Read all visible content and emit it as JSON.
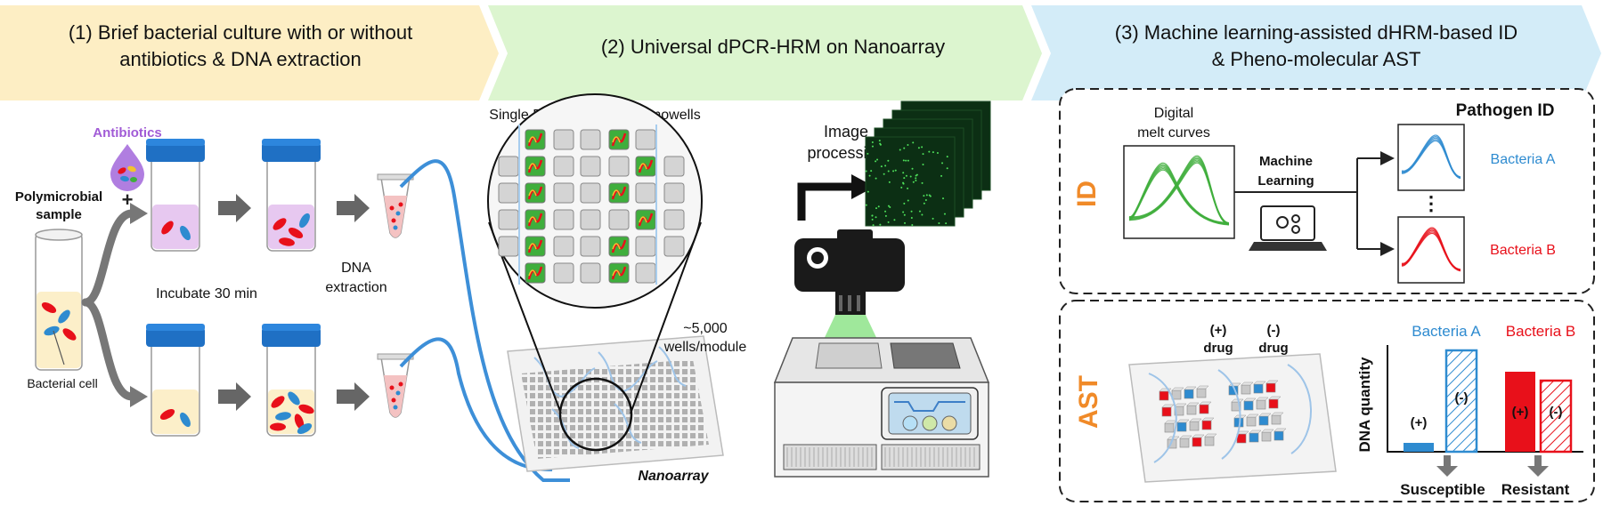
{
  "banner": {
    "step1_line1": "(1) Brief bacterial culture with or without",
    "step1_line2": "antibiotics & DNA extraction",
    "step2": "(2) Universal dPCR-HRM on Nanoarray",
    "step3_line1": "(3) Machine learning-assisted dHRM-based ID",
    "step3_line2": "& Pheno-molecular AST"
  },
  "culture": {
    "antibiotics": "Antibiotics",
    "plus": "+",
    "sample_line1": "Polymicrobial",
    "sample_line2": "sample",
    "incubate": "Incubate 30 min",
    "bacterial_cell": "Bacterial cell",
    "dna_line1": "DNA",
    "dna_line2": "extraction"
  },
  "nanoarray": {
    "title": "Single DNA digitized in nanowells",
    "count_line1": "~5,000",
    "count_line2": "wells/module",
    "label": "Nanoarray"
  },
  "imaging": {
    "line1": "Image",
    "line2": "processing"
  },
  "id_panel": {
    "side_label": "ID",
    "melt_line1": "Digital",
    "melt_line2": "melt curves",
    "ml_line1": "Machine",
    "ml_line2": "Learning",
    "pathogen_id": "Pathogen ID",
    "bacteria_a": "Bacteria A",
    "dots": "⋮",
    "bacteria_b": "Bacteria B"
  },
  "ast_panel": {
    "side_label": "AST",
    "plus_drug_1": "(+)",
    "plus_drug_2": "drug",
    "minus_drug_1": "(-)",
    "minus_drug_2": "drug",
    "ylabel": "DNA quantity",
    "bacteria_a": "Bacteria A",
    "bacteria_b": "Bacteria B",
    "bar_plus": "(+)",
    "bar_minus": "(-)",
    "susceptible": "Susceptible",
    "resistant": "Resistant"
  },
  "colors": {
    "orange": "#f08a28",
    "blue": "#2e8bd0",
    "red": "#e8101a",
    "green": "#3fae3c",
    "purple": "#a15bd6"
  }
}
